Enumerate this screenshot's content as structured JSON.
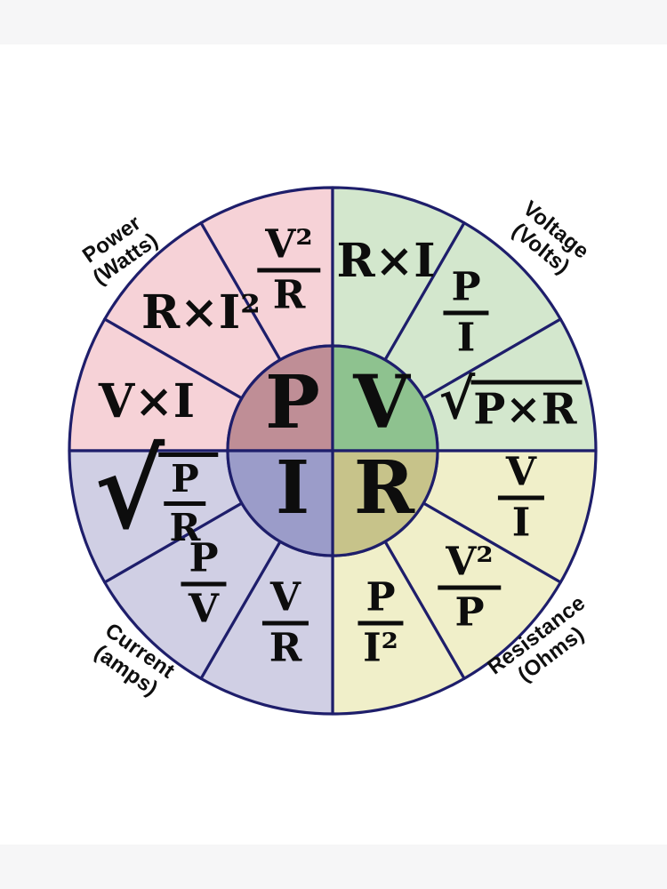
{
  "frame": {
    "background": "#ffffff",
    "band_color": "#f6f6f7"
  },
  "wheel": {
    "stroke_color": "#1e1e6b",
    "center": [
      {
        "symbol": "P",
        "fill": "#bf8e96"
      },
      {
        "symbol": "V",
        "fill": "#8ec28f"
      },
      {
        "symbol": "I",
        "fill": "#9b9cc9"
      },
      {
        "symbol": "R",
        "fill": "#c7c38a"
      }
    ],
    "quadrants": [
      {
        "name": "power",
        "label": {
          "line1": "Power",
          "line2": "(Watts)"
        },
        "fill": "#f6d2d7",
        "formulas": {
          "f1": {
            "num": "V²",
            "den": "R"
          },
          "f2": {
            "text": "R×I²"
          },
          "f3": {
            "text": "V×I"
          }
        }
      },
      {
        "name": "voltage",
        "label": {
          "line1": "Voltage",
          "line2": "(Volts)"
        },
        "fill": "#d3e7cd",
        "formulas": {
          "f1": {
            "text": "R×I"
          },
          "f2": {
            "num": "P",
            "den": "I"
          },
          "f3": {
            "radical": "√",
            "text": "P×R"
          }
        }
      },
      {
        "name": "current",
        "label": {
          "line1": "Current",
          "line2": "(amps)"
        },
        "fill": "#d0cfe4",
        "formulas": {
          "f1": {
            "radical": "√",
            "num": "P",
            "den": "R"
          },
          "f2": {
            "num": "P",
            "den": "V"
          },
          "f3": {
            "num": "V",
            "den": "R"
          }
        }
      },
      {
        "name": "resistance",
        "label": {
          "line1": "Resistance",
          "line2": "(Ohms)"
        },
        "fill": "#f0efc9",
        "formulas": {
          "f1": {
            "num": "V",
            "den": "I"
          },
          "f2": {
            "num": "V²",
            "den": "P"
          },
          "f3": {
            "num": "P",
            "den": "I²"
          }
        }
      }
    ]
  }
}
